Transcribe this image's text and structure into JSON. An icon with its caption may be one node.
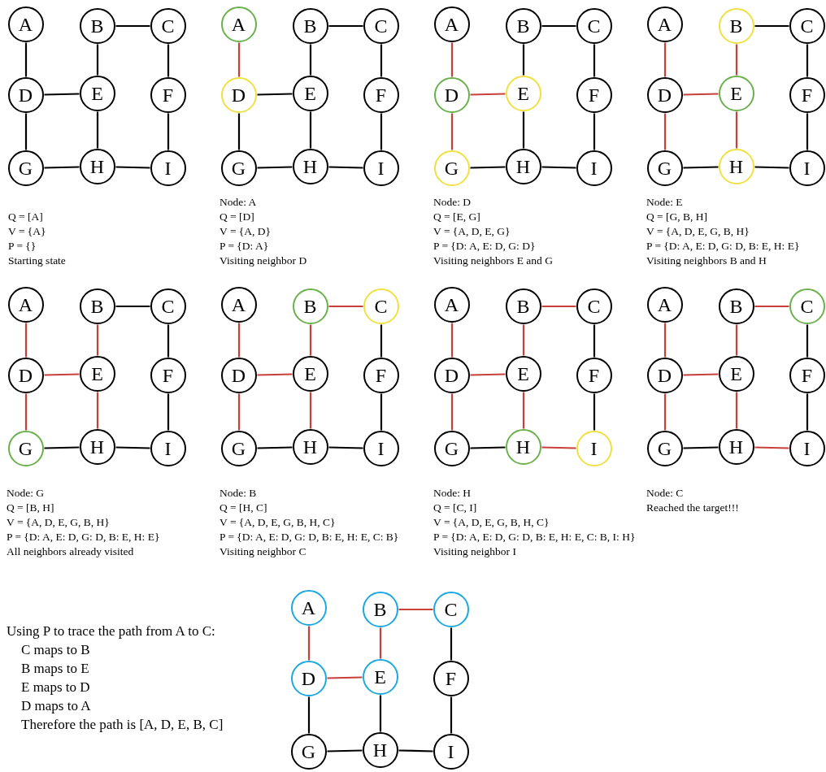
{
  "diagram": {
    "nodes": [
      {
        "text": [
          "A"
        ]
      },
      {
        "text": [
          "B"
        ]
      },
      {
        "text": [
          "C"
        ]
      },
      {
        "text": [
          "D"
        ]
      },
      {
        "text": [
          "E"
        ]
      },
      {
        "text": [
          "F"
        ]
      },
      {
        "text": [
          "G"
        ]
      },
      {
        "text": [
          "H"
        ]
      },
      {
        "text": [
          "I"
        ]
      },
      {
        "text": [
          "A"
        ]
      },
      {
        "text": [
          "B"
        ]
      },
      {
        "text": [
          "C"
        ]
      },
      {
        "text": [
          "D"
        ]
      },
      {
        "text": [
          "E"
        ]
      },
      {
        "text": [
          "F"
        ]
      },
      {
        "text": [
          "G"
        ]
      },
      {
        "text": [
          "H"
        ]
      },
      {
        "text": [
          "I"
        ]
      },
      {
        "text": [
          "A"
        ]
      },
      {
        "text": [
          "B"
        ]
      },
      {
        "text": [
          "C"
        ]
      },
      {
        "text": [
          "D"
        ]
      },
      {
        "text": [
          "E"
        ]
      },
      {
        "text": [
          "F"
        ]
      },
      {
        "text": [
          "G"
        ]
      },
      {
        "text": [
          "H"
        ]
      },
      {
        "text": [
          "I"
        ]
      },
      {
        "text": [
          "A"
        ]
      },
      {
        "text": [
          "B"
        ]
      },
      {
        "text": [
          "C"
        ]
      },
      {
        "text": [
          "D"
        ]
      },
      {
        "text": [
          "E"
        ]
      },
      {
        "text": [
          "F"
        ]
      },
      {
        "text": [
          "G"
        ]
      },
      {
        "text": [
          "H"
        ]
      },
      {
        "text": [
          "I"
        ]
      },
      {
        "text": [
          "A"
        ]
      },
      {
        "text": [
          "B"
        ]
      },
      {
        "text": [
          "C"
        ]
      },
      {
        "text": [
          "D"
        ]
      },
      {
        "text": [
          "E"
        ]
      },
      {
        "text": [
          "F"
        ]
      },
      {
        "text": [
          "G"
        ]
      },
      {
        "text": [
          "H"
        ]
      },
      {
        "text": [
          "I"
        ]
      },
      {
        "text": [
          "A"
        ]
      },
      {
        "text": [
          "B"
        ]
      },
      {
        "text": [
          "C"
        ]
      },
      {
        "text": [
          "D"
        ]
      },
      {
        "text": [
          "E"
        ]
      },
      {
        "text": [
          "F"
        ]
      },
      {
        "text": [
          "G"
        ]
      },
      {
        "text": [
          "H"
        ]
      },
      {
        "text": [
          "I"
        ]
      },
      {
        "text": [
          "A"
        ]
      },
      {
        "text": [
          "B"
        ]
      },
      {
        "text": [
          "C"
        ]
      },
      {
        "text": [
          "D"
        ]
      },
      {
        "text": [
          "E"
        ]
      },
      {
        "text": [
          "F"
        ]
      },
      {
        "text": [
          "G"
        ]
      },
      {
        "text": [
          "H"
        ]
      },
      {
        "text": [
          "I"
        ]
      },
      {
        "text": [
          "A"
        ]
      },
      {
        "text": [
          "B"
        ]
      },
      {
        "text": [
          "C"
        ]
      },
      {
        "text": [
          "D"
        ]
      },
      {
        "text": [
          "E"
        ]
      },
      {
        "text": [
          "F"
        ]
      },
      {
        "text": [
          "G"
        ]
      },
      {
        "text": [
          "H"
        ]
      },
      {
        "text": [
          "I"
        ]
      },
      {
        "text": [
          "A"
        ]
      },
      {
        "text": [
          "B"
        ]
      },
      {
        "text": [
          "C"
        ]
      },
      {
        "text": [
          "D"
        ]
      },
      {
        "text": [
          "E"
        ]
      },
      {
        "text": [
          "F"
        ]
      },
      {
        "text": [
          "G"
        ]
      },
      {
        "text": [
          "H"
        ]
      },
      {
        "text": [
          "I"
        ]
      }
    ],
    "edges": [
      {
        "from": 0,
        "to": 3,
        "arrow": "none"
      },
      {
        "from": 1,
        "to": 2,
        "arrow": "none"
      },
      {
        "from": 1,
        "to": 4,
        "arrow": "none"
      },
      {
        "from": 2,
        "to": 5,
        "arrow": "none"
      },
      {
        "from": 3,
        "to": 4,
        "arrow": "none"
      },
      {
        "from": 3,
        "to": 6,
        "arrow": "none"
      },
      {
        "from": 4,
        "to": 7,
        "arrow": "none"
      },
      {
        "from": 5,
        "to": 8,
        "arrow": "none"
      },
      {
        "from": 6,
        "to": 7,
        "arrow": "none"
      },
      {
        "from": 7,
        "to": 8,
        "arrow": "none"
      },
      {
        "from": 9,
        "to": 12,
        "arrow": "none",
        "color": "#c8403a"
      },
      {
        "from": 10,
        "to": 11,
        "arrow": "none"
      },
      {
        "from": 10,
        "to": 13,
        "arrow": "none"
      },
      {
        "from": 11,
        "to": 14,
        "arrow": "none"
      },
      {
        "from": 12,
        "to": 13,
        "arrow": "none"
      },
      {
        "from": 12,
        "to": 15,
        "arrow": "none"
      },
      {
        "from": 13,
        "to": 16,
        "arrow": "none"
      },
      {
        "from": 14,
        "to": 17,
        "arrow": "none"
      },
      {
        "from": 15,
        "to": 16,
        "arrow": "none"
      },
      {
        "from": 16,
        "to": 17,
        "arrow": "none"
      },
      {
        "from": 18,
        "to": 21,
        "arrow": "none",
        "color": "#c8403a"
      },
      {
        "from": 19,
        "to": 20,
        "arrow": "none"
      },
      {
        "from": 19,
        "to": 22,
        "arrow": "none"
      },
      {
        "from": 20,
        "to": 23,
        "arrow": "none"
      },
      {
        "from": 21,
        "to": 22,
        "arrow": "none",
        "color": "#c8403a"
      },
      {
        "from": 21,
        "to": 24,
        "arrow": "none",
        "color": "#c8403a"
      },
      {
        "from": 22,
        "to": 25,
        "arrow": "none"
      },
      {
        "from": 23,
        "to": 26,
        "arrow": "none"
      },
      {
        "from": 24,
        "to": 25,
        "arrow": "none"
      },
      {
        "from": 25,
        "to": 26,
        "arrow": "none"
      },
      {
        "from": 27,
        "to": 30,
        "arrow": "none",
        "color": "#c8403a"
      },
      {
        "from": 28,
        "to": 29,
        "arrow": "none"
      },
      {
        "from": 28,
        "to": 31,
        "arrow": "none",
        "color": "#c8403a"
      },
      {
        "from": 29,
        "to": 32,
        "arrow": "none"
      },
      {
        "from": 30,
        "to": 31,
        "arrow": "none",
        "color": "#c8403a"
      },
      {
        "from": 30,
        "to": 33,
        "arrow": "none",
        "color": "#c8403a"
      },
      {
        "from": 31,
        "to": 34,
        "arrow": "none",
        "color": "#c8403a"
      },
      {
        "from": 32,
        "to": 35,
        "arrow": "none"
      },
      {
        "from": 33,
        "to": 34,
        "arrow": "none"
      },
      {
        "from": 34,
        "to": 35,
        "arrow": "none"
      },
      {
        "from": 36,
        "to": 39,
        "arrow": "none",
        "color": "#c8403a"
      },
      {
        "from": 37,
        "to": 38,
        "arrow": "none"
      },
      {
        "from": 37,
        "to": 40,
        "arrow": "none",
        "color": "#c8403a"
      },
      {
        "from": 38,
        "to": 41,
        "arrow": "none"
      },
      {
        "from": 39,
        "to": 40,
        "arrow": "none",
        "color": "#c8403a"
      },
      {
        "from": 39,
        "to": 42,
        "arrow": "none",
        "color": "#c8403a"
      },
      {
        "from": 40,
        "to": 43,
        "arrow": "none",
        "color": "#c8403a"
      },
      {
        "from": 41,
        "to": 44,
        "arrow": "none"
      },
      {
        "from": 42,
        "to": 43,
        "arrow": "none"
      },
      {
        "from": 43,
        "to": 44,
        "arrow": "none"
      },
      {
        "from": 45,
        "to": 48,
        "arrow": "none",
        "color": "#c8403a"
      },
      {
        "from": 46,
        "to": 47,
        "arrow": "none",
        "color": "#c8403a"
      },
      {
        "from": 46,
        "to": 49,
        "arrow": "none",
        "color": "#c8403a"
      },
      {
        "from": 47,
        "to": 50,
        "arrow": "none"
      },
      {
        "from": 48,
        "to": 49,
        "arrow": "none",
        "color": "#c8403a"
      },
      {
        "from": 48,
        "to": 51,
        "arrow": "none",
        "color": "#c8403a"
      },
      {
        "from": 49,
        "to": 52,
        "arrow": "none",
        "color": "#c8403a"
      },
      {
        "from": 50,
        "to": 53,
        "arrow": "none"
      },
      {
        "from": 51,
        "to": 52,
        "arrow": "none"
      },
      {
        "from": 52,
        "to": 53,
        "arrow": "none"
      },
      {
        "from": 54,
        "to": 57,
        "arrow": "none",
        "color": "#c8403a"
      },
      {
        "from": 55,
        "to": 56,
        "arrow": "none",
        "color": "#c8403a"
      },
      {
        "from": 55,
        "to": 58,
        "arrow": "none",
        "color": "#c8403a"
      },
      {
        "from": 56,
        "to": 59,
        "arrow": "none"
      },
      {
        "from": 57,
        "to": 58,
        "arrow": "none",
        "color": "#c8403a"
      },
      {
        "from": 57,
        "to": 60,
        "arrow": "none",
        "color": "#c8403a"
      },
      {
        "from": 58,
        "to": 61,
        "arrow": "none",
        "color": "#c8403a"
      },
      {
        "from": 59,
        "to": 62,
        "arrow": "none"
      },
      {
        "from": 60,
        "to": 61,
        "arrow": "none"
      },
      {
        "from": 61,
        "to": 62,
        "arrow": "none",
        "color": "#c8403a"
      },
      {
        "from": 63,
        "to": 66,
        "arrow": "none",
        "color": "#c8403a"
      },
      {
        "from": 64,
        "to": 65,
        "arrow": "none",
        "color": "#c8403a"
      },
      {
        "from": 64,
        "to": 67,
        "arrow": "none",
        "color": "#c8403a"
      },
      {
        "from": 65,
        "to": 68,
        "arrow": "none"
      },
      {
        "from": 66,
        "to": 67,
        "arrow": "none",
        "color": "#c8403a"
      },
      {
        "from": 66,
        "to": 69,
        "arrow": "none",
        "color": "#c8403a"
      },
      {
        "from": 67,
        "to": 70,
        "arrow": "none",
        "color": "#c8403a"
      },
      {
        "from": 68,
        "to": 71,
        "arrow": "none"
      },
      {
        "from": 69,
        "to": 70,
        "arrow": "none"
      },
      {
        "from": 70,
        "to": 71,
        "arrow": "none",
        "color": "#c8403a"
      },
      {
        "from": 72,
        "to": 75,
        "arrow": "none",
        "color": "#c8403a"
      },
      {
        "from": 73,
        "to": 74,
        "arrow": "none",
        "color": "#c8403a"
      },
      {
        "from": 73,
        "to": 76,
        "arrow": "none",
        "color": "#c8403a"
      },
      {
        "from": 74,
        "to": 77,
        "arrow": "none"
      },
      {
        "from": 75,
        "to": 76,
        "arrow": "none",
        "color": "#c8403a"
      },
      {
        "from": 75,
        "to": 78,
        "arrow": "none"
      },
      {
        "from": 76,
        "to": 79,
        "arrow": "none"
      },
      {
        "from": 77,
        "to": 80,
        "arrow": "none"
      },
      {
        "from": 78,
        "to": 79,
        "arrow": "none"
      },
      {
        "from": 79,
        "to": 80,
        "arrow": "none"
      }
    ],
    "labels": [
      "Q = [A]",
      "V = {A}",
      "P = {}",
      "Starting state",
      "Node: A",
      "Q = [D]",
      "V = {A, D}",
      "P = {D: A}",
      "Visiting neighbor D",
      "Node: D",
      "Q = [E, G]",
      "V = {A, D, E, G}",
      "P = {D: A, E: D, G: D}",
      "Visiting neighbors E and G",
      "Node: E",
      "Q = [G, B, H]",
      "V = {A, D, E, G, B, H}",
      "P = {D: A, E: D, G: D, B: E, H: E}",
      "Visiting neighbors B and H",
      "Node: G",
      "Q = [B, H]",
      "V = {A, D, E, G, B, H}",
      "P = {D: A, E: D, G: D, B: E, H: E}",
      "All neighbors already visited",
      "Node: B",
      "Q = [H, C]",
      "V = {A, D, E, G, B, H, C}",
      "P = {D: A, E: D, G: D, B: E, H: E, C: B}",
      "Visiting neighbor C",
      "Node: H",
      "Q = [C, I]",
      "V = {A, D, E, G, B, H, C}",
      "P = {D: A, E: D, G: D, B: E, H: E, C: B, I: H}",
      "Visiting neighbor I",
      "Node: C",
      "Reached the target!!!",
      "Using P to trace the path from A to C:",
      "C maps to B",
      "B maps to E",
      "E maps to D",
      "D maps to A",
      "Therefore the path is [A, D, E, B, C]"
    ]
  }
}
